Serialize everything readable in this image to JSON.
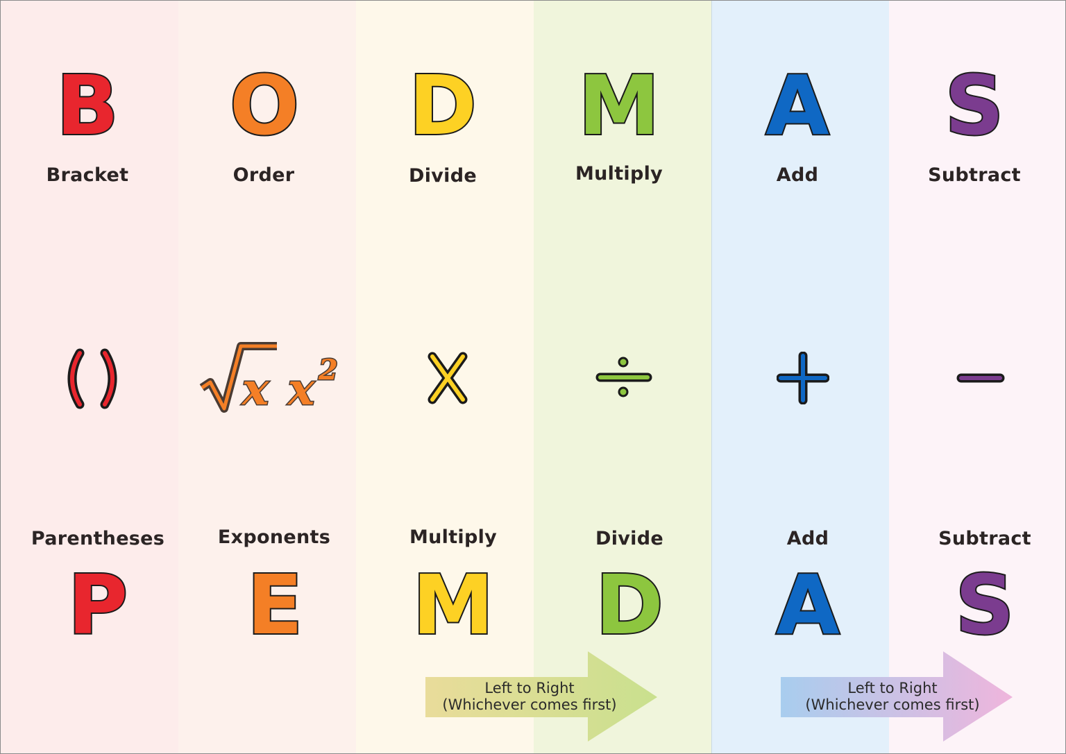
{
  "top_row": [
    {
      "letter": "B",
      "word": "Bracket",
      "color": "#e8262e"
    },
    {
      "letter": "O",
      "word": "Order",
      "color": "#f47f26"
    },
    {
      "letter": "D",
      "word": "Divide",
      "color": "#fdd124"
    },
    {
      "letter": "M",
      "word": "Multiply",
      "color": "#8dc63f"
    },
    {
      "letter": "A",
      "word": "Add",
      "color": "#0f68c4"
    },
    {
      "letter": "S",
      "word": "Subtract",
      "color": "#7b3c8f"
    }
  ],
  "symbols": [
    {
      "name": "parentheses-icon",
      "color": "#e8262e"
    },
    {
      "name": "root-and-power-icon",
      "color": "#f47f26",
      "text_root": "x",
      "text_power": "x",
      "exponent": "2"
    },
    {
      "name": "multiply-icon",
      "color": "#fdd124"
    },
    {
      "name": "divide-icon",
      "color": "#8dc63f"
    },
    {
      "name": "plus-icon",
      "color": "#0f68c4"
    },
    {
      "name": "minus-icon",
      "color": "#7b3c8f"
    }
  ],
  "bottom_row": [
    {
      "letter": "P",
      "word": "Parentheses",
      "color": "#e8262e"
    },
    {
      "letter": "E",
      "word": "Exponents",
      "color": "#f47f26"
    },
    {
      "letter": "M",
      "word": "Multiply",
      "color": "#fdd124"
    },
    {
      "letter": "D",
      "word": "Divide",
      "color": "#8dc63f"
    },
    {
      "letter": "A",
      "word": "Add",
      "color": "#0f68c4"
    },
    {
      "letter": "S",
      "word": "Subtract",
      "color": "#7b3c8f"
    }
  ],
  "arrows": [
    {
      "line1": "Left to Right",
      "line2": "(Whichever comes first)",
      "colors": [
        "#e9dc9a",
        "#c9e08e"
      ]
    },
    {
      "line1": "Left to Right",
      "line2": "(Whichever comes first)",
      "colors": [
        "#a8cdee",
        "#efb5dc"
      ]
    }
  ]
}
